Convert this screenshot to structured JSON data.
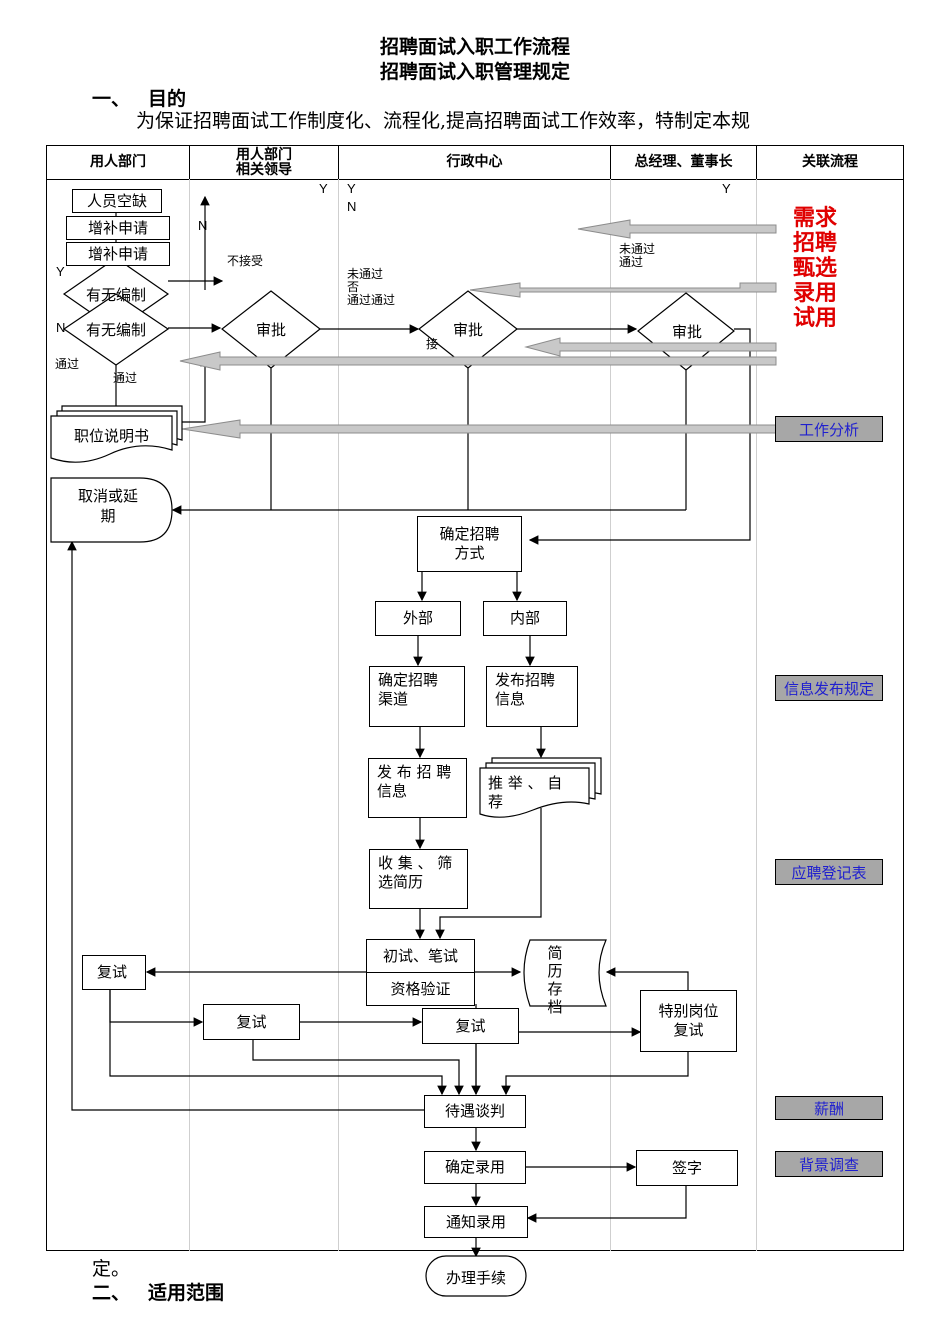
{
  "doc": {
    "title1": "招聘面试入职工作流程",
    "title2": "招聘面试入职管理规定",
    "sec1_num": "一、",
    "sec1_title": "目的",
    "purpose_text": "为保证招聘面试工作制度化、流程化,提高招聘面试工作效率，特制定本规",
    "purpose_end": "定。",
    "sec2_num": "二、",
    "sec2_title": "适用范围"
  },
  "columns": [
    "用人部门",
    "用人部门\n相关领导",
    "行政中心",
    "总经理、董事长",
    "关联流程"
  ],
  "nodes": {
    "vacancy": "人员空缺",
    "request1": "增补申请",
    "request2": "增补申请",
    "quota1": "有无编制",
    "quota2": "有无编制",
    "approve1": "审批",
    "approve2": "审批",
    "approve3": "审批",
    "job_desc": "职位说明书",
    "cancel": "取消或延\n期",
    "method": "确定招聘\n方式",
    "external": "外部",
    "internal": "内部",
    "channel": "确定招聘\n渠道",
    "publish_int": "发布招聘\n信息",
    "publish_ext": "发 布 招 聘\n信息",
    "recommend": "推 举 、 自\n荐",
    "collect": "收 集 、 筛\n选简历",
    "initial": "初试、笔试",
    "qualify": "资格验证",
    "archive": "简\n历\n存\n档",
    "retest_dept": "复试",
    "retest_leader": "复试",
    "retest_admin": "复试",
    "special": "特别岗位\n复试",
    "negotiate": "待遇谈判",
    "hire": "确定录用",
    "sign": "签字",
    "notify": "通知录用",
    "procedure": "办理手续"
  },
  "labels": {
    "y1": "Y",
    "y2": "Y",
    "y3": "Y",
    "y4": "Y",
    "n1": "N",
    "n2": "N",
    "n3": "N",
    "reject": "不接受",
    "notpass_admin": "未通过\n否\n通过通过",
    "notpass_gm": "未通过\n通过",
    "pass1": "通过",
    "pass2": "通过",
    "accept": "接"
  },
  "related": {
    "red_stages": [
      "需求",
      "招聘",
      "甄选",
      "录用",
      "试用"
    ],
    "job_analysis": "工作分析",
    "info_publish": "信息发布规定",
    "registration": "应聘登记表",
    "salary": "薪酬",
    "background": "背景调查"
  }
}
